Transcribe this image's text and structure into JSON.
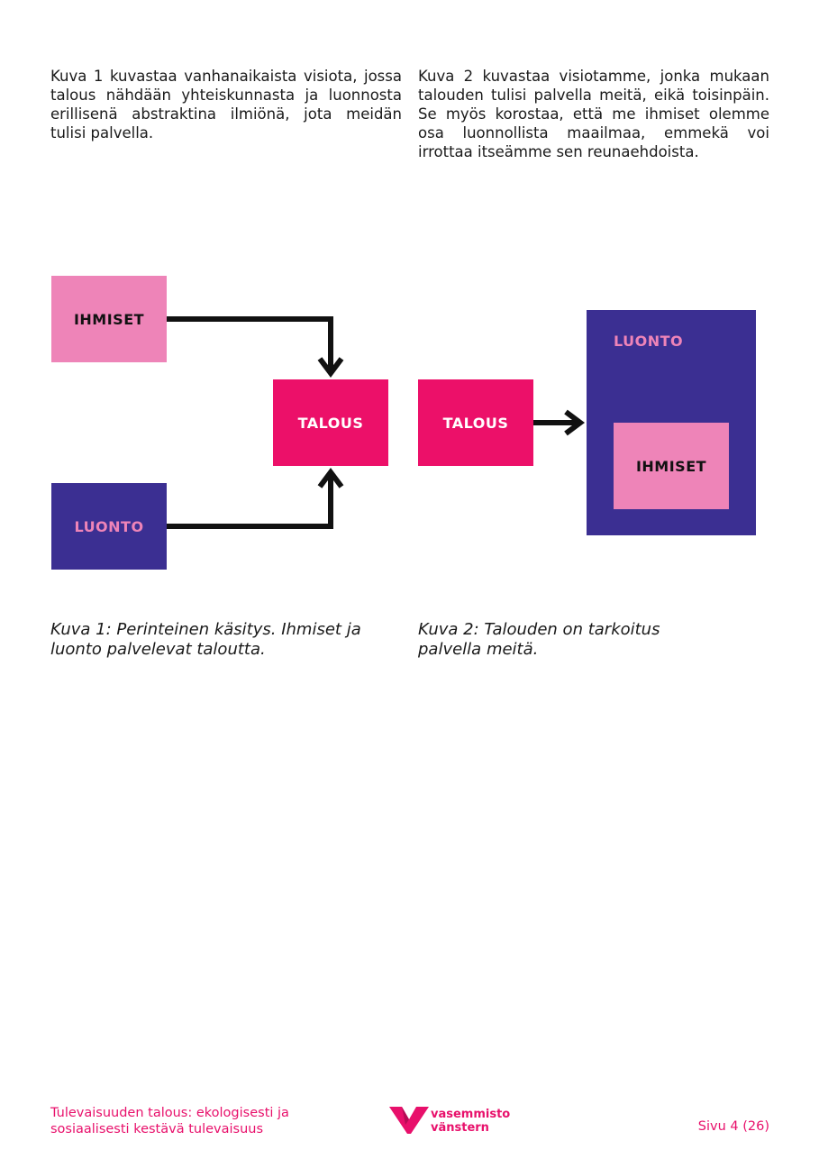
{
  "paragraphs": {
    "left": "Kuva 1 kuvastaa vanhanaikaista visiota, jossa talous nähdään yhteiskunnasta ja luonnosta erillisenä abstraktina ilmiönä, jota meidän tulisi palvella.",
    "right": "Kuva 2 kuvastaa visiotamme, jonka mukaan talouden tulisi palvella meitä, eikä toisinpäin. Se myös korostaa, että me ihmiset olemme osa luonnollista maailmaa, emmekä voi irrottaa itseämme sen reunaehdoista."
  },
  "diagram1": {
    "ihmiset": "IHMISET",
    "luonto": "LUONTO",
    "talous": "TALOUS"
  },
  "diagram2": {
    "talous": "TALOUS",
    "luonto": "LUONTO",
    "ihmiset": "IHMISET"
  },
  "captions": {
    "kuva1": "Kuva 1: Perinteinen käsitys. Ihmiset ja luonto palvelevat taloutta.",
    "kuva2": "Kuva 2: Talouden on tarkoitus palvella meitä."
  },
  "footer": {
    "title": "Tulevaisuuden talous: ekologisesti ja sosiaalisesti kestävä tulevaisuus",
    "logo_line1": "vasemmisto",
    "logo_line2": "vänstern",
    "page": "Sivu 4 (26)"
  },
  "colors": {
    "pink_light": "#ee84b8",
    "pink_hot": "#ec1069",
    "purple": "#3b2f92",
    "black": "#111111"
  }
}
